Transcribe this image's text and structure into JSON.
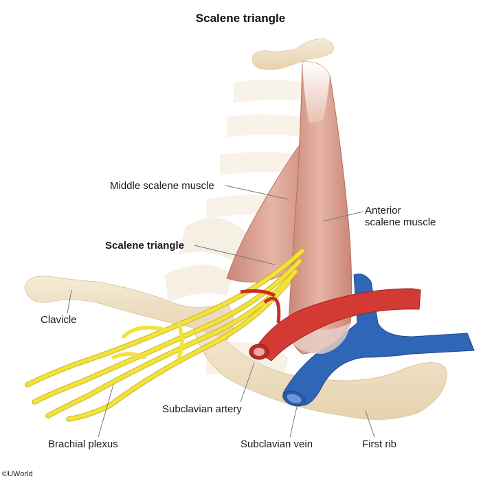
{
  "title": "Scalene triangle",
  "labels": {
    "middle_scalene": "Middle scalene muscle",
    "anterior_scalene_line1": "Anterior",
    "anterior_scalene_line2": "scalene muscle",
    "scalene_triangle": "Scalene triangle",
    "clavicle": "Clavicle",
    "subclavian_artery": "Subclavian artery",
    "brachial_plexus": "Brachial plexus",
    "subclavian_vein": "Subclavian vein",
    "first_rib": "First rib"
  },
  "copyright": "©UWorld",
  "colors": {
    "bone": "#f0e2c8",
    "muscle": "#d9a394",
    "nerve": "#f3e23a",
    "artery": "#d43a34",
    "vein": "#2f66b8"
  }
}
